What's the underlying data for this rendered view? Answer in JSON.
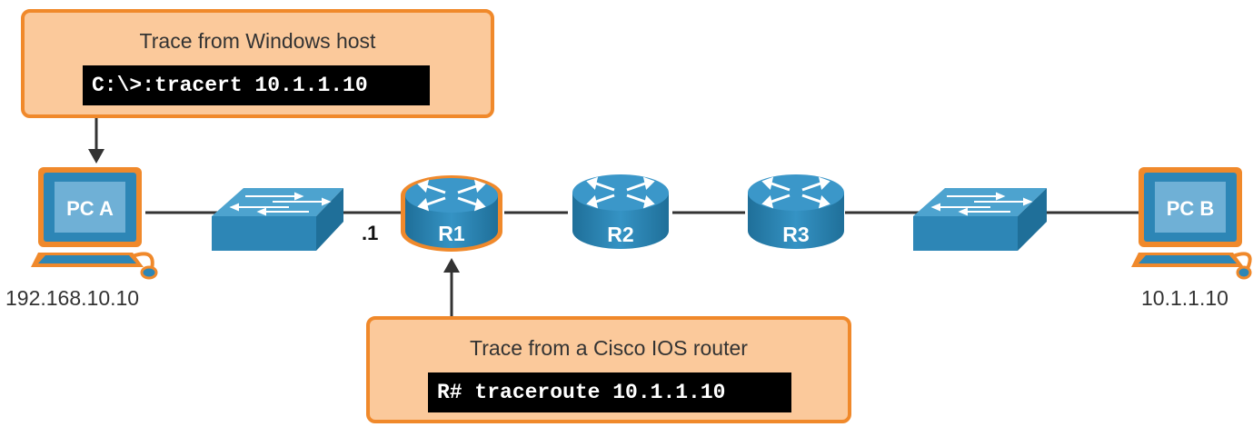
{
  "callouts": {
    "windows": {
      "title": "Trace from Windows host",
      "command": "C:\\>:tracert 10.1.1.10"
    },
    "cisco": {
      "title": "Trace from a Cisco IOS router",
      "command": "R# traceroute 10.1.1.10"
    }
  },
  "hosts": {
    "pc_a": {
      "label": "PC A",
      "address": "192.168.10.10"
    },
    "pc_b": {
      "label": "PC B",
      "address": "10.1.1.10"
    }
  },
  "routers": [
    {
      "label": "R1"
    },
    {
      "label": "R2"
    },
    {
      "label": "R3"
    }
  ],
  "interface_label": ".1",
  "colors": {
    "callout_fill": "#fbc99b",
    "callout_border": "#f0892b",
    "device_blue": "#2d86b6",
    "device_highlight": "#f0892b",
    "link": "#333333"
  }
}
